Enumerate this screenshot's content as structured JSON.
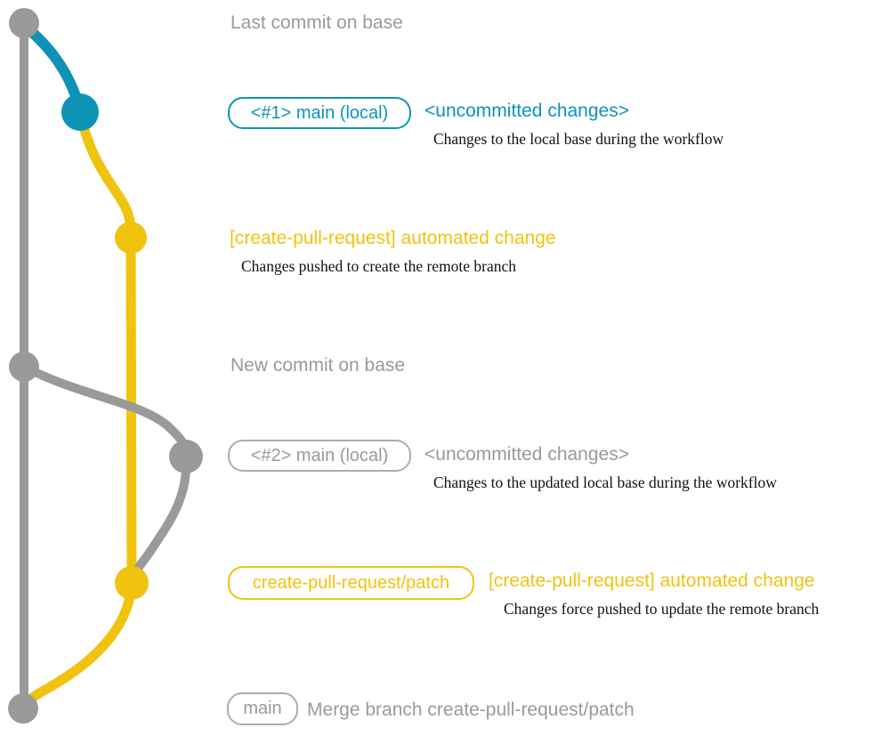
{
  "colors": {
    "blue": "#0E93B7",
    "yellow": "#F0C30F",
    "gray": "#9A9A9A",
    "description_text": "#111111"
  },
  "graph": {
    "branches": [
      {
        "name": "base",
        "color": "#9A9A9A"
      },
      {
        "name": "main (local)",
        "color": "#0E93B7"
      },
      {
        "name": "create-pull-request/patch",
        "color": "#F0C30F"
      }
    ],
    "commit_count": 7
  },
  "annotations": {
    "last_commit_on_base": "Last commit on base",
    "new_commit_on_base": "New commit on base"
  },
  "rows": {
    "uncommitted1": {
      "badge": "<#1> main (local)",
      "title": "<uncommitted changes>",
      "desc": "Changes to the local base during the workflow"
    },
    "automated1": {
      "title": "[create-pull-request] automated change",
      "desc": "Changes pushed to create the remote branch"
    },
    "uncommitted2": {
      "badge": "<#2> main (local)",
      "title": "<uncommitted changes>",
      "desc": "Changes to the updated local base during the workflow"
    },
    "automated2": {
      "badge": "create-pull-request/patch",
      "title": "[create-pull-request] automated change",
      "desc": "Changes force pushed to update the remote branch"
    },
    "merge": {
      "badge": "main",
      "title": "Merge branch create-pull-request/patch"
    }
  }
}
